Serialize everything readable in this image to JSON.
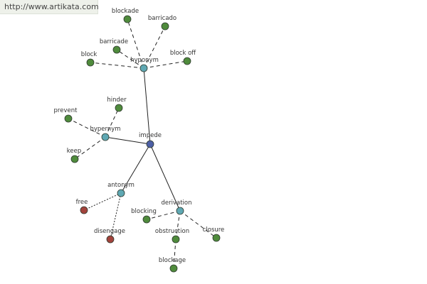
{
  "site_url": "http://www.artikata.com",
  "colors": {
    "root": "#4d5fa6",
    "relation": "#5fa8b3",
    "word": "#4f8b3c",
    "antonym_word": "#a2433c",
    "edge": "#222222"
  },
  "nodes": [
    {
      "id": "impede",
      "label": "impede",
      "kind": "root"
    },
    {
      "id": "hyponym",
      "label": "hyponym",
      "kind": "relation"
    },
    {
      "id": "hypernym",
      "label": "hypernym",
      "kind": "relation"
    },
    {
      "id": "antonym",
      "label": "antonym",
      "kind": "relation"
    },
    {
      "id": "derivation",
      "label": "derivation",
      "kind": "relation"
    },
    {
      "id": "blockade",
      "label": "blockade",
      "kind": "word"
    },
    {
      "id": "barricado",
      "label": "barricado",
      "kind": "word"
    },
    {
      "id": "barricade",
      "label": "barricade",
      "kind": "word"
    },
    {
      "id": "block",
      "label": "block",
      "kind": "word"
    },
    {
      "id": "block_off",
      "label": "block off",
      "kind": "word"
    },
    {
      "id": "hinder",
      "label": "hinder",
      "kind": "word"
    },
    {
      "id": "prevent",
      "label": "prevent",
      "kind": "word"
    },
    {
      "id": "keep",
      "label": "keep",
      "kind": "word"
    },
    {
      "id": "free",
      "label": "free",
      "kind": "antonym_word"
    },
    {
      "id": "disengage",
      "label": "disengage",
      "kind": "antonym_word"
    },
    {
      "id": "blocking",
      "label": "blocking",
      "kind": "word"
    },
    {
      "id": "obstruction",
      "label": "obstruction",
      "kind": "word"
    },
    {
      "id": "closure",
      "label": "closure",
      "kind": "word"
    },
    {
      "id": "blockage",
      "label": "blockage",
      "kind": "word"
    }
  ],
  "edges": [
    {
      "from": "impede",
      "to": "hyponym",
      "style": "solid"
    },
    {
      "from": "impede",
      "to": "hypernym",
      "style": "solid"
    },
    {
      "from": "impede",
      "to": "antonym",
      "style": "solid"
    },
    {
      "from": "impede",
      "to": "derivation",
      "style": "solid"
    },
    {
      "from": "hyponym",
      "to": "blockade",
      "style": "dashed"
    },
    {
      "from": "hyponym",
      "to": "barricado",
      "style": "dashed"
    },
    {
      "from": "hyponym",
      "to": "barricade",
      "style": "dashed"
    },
    {
      "from": "hyponym",
      "to": "block",
      "style": "dashed"
    },
    {
      "from": "hyponym",
      "to": "block_off",
      "style": "dashed"
    },
    {
      "from": "hypernym",
      "to": "hinder",
      "style": "dashed"
    },
    {
      "from": "hypernym",
      "to": "prevent",
      "style": "dashed"
    },
    {
      "from": "hypernym",
      "to": "keep",
      "style": "dashed"
    },
    {
      "from": "antonym",
      "to": "free",
      "style": "dotted"
    },
    {
      "from": "antonym",
      "to": "disengage",
      "style": "dotted"
    },
    {
      "from": "derivation",
      "to": "blocking",
      "style": "dashed"
    },
    {
      "from": "derivation",
      "to": "obstruction",
      "style": "dashed"
    },
    {
      "from": "derivation",
      "to": "closure",
      "style": "dashed"
    },
    {
      "from": "obstruction",
      "to": "blockage",
      "style": "dashed"
    }
  ]
}
